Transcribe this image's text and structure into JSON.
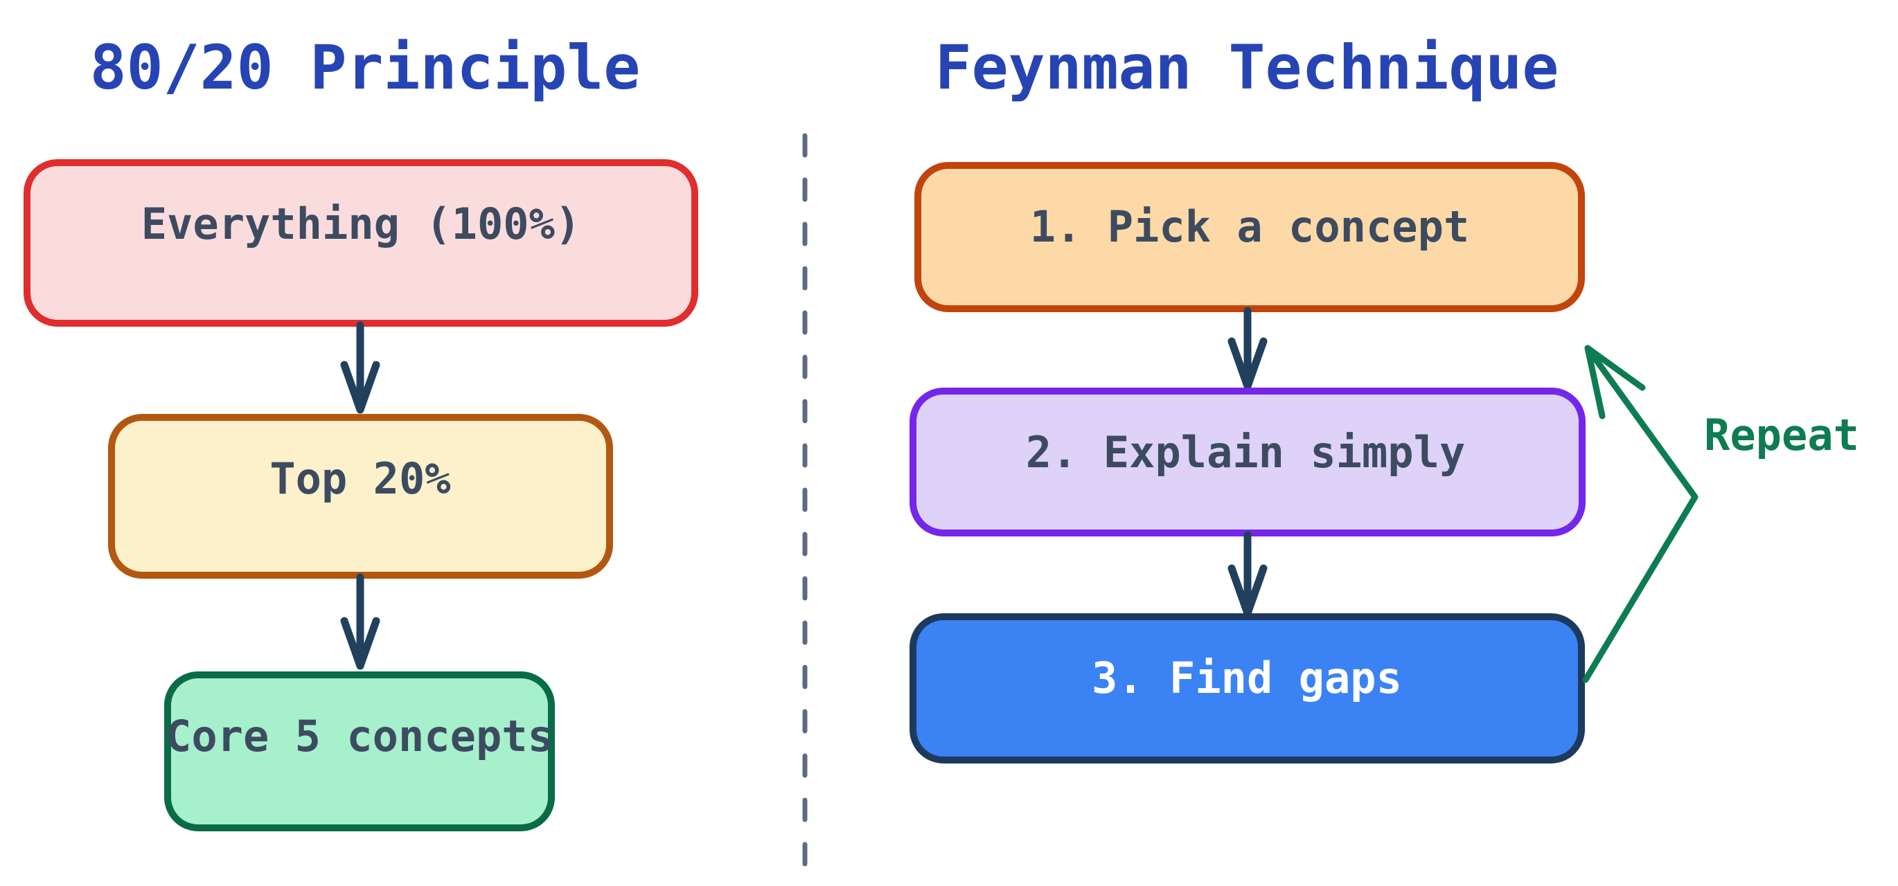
{
  "canvas": {
    "background": "#ffffff"
  },
  "left_section": {
    "title": "80/20 Principle",
    "title_color": "#2744b4",
    "boxes": [
      {
        "label": "Everything (100%)",
        "fill": "#fbdcdc",
        "border": "#e02d2d",
        "text_color": "#3d4b61"
      },
      {
        "label": "Top 20%",
        "fill": "#fcf1cb",
        "border": "#b4570f",
        "text_color": "#3d4b61"
      },
      {
        "label": "Core 5 concepts",
        "fill": "#a7f0cc",
        "border": "#0a6b49",
        "text_color": "#3d4b61"
      }
    ]
  },
  "right_section": {
    "title": "Feynman Technique",
    "title_color": "#2744b4",
    "boxes": [
      {
        "label": "1. Pick a concept",
        "fill": "#fcd9a6",
        "border": "#c2440d",
        "text_color": "#3d4b61"
      },
      {
        "label": "2. Explain simply",
        "fill": "#ded2f8",
        "border": "#7427ea",
        "text_color": "#3d4b61"
      },
      {
        "label": "3. Find gaps",
        "fill": "#3b82f4",
        "border": "#1d3a5e",
        "text_color": "#ffffff"
      }
    ],
    "repeat_label": "Repeat",
    "repeat_color": "#0e7c52"
  },
  "divider": {
    "color": "#5c6b80"
  },
  "arrows": {
    "color": "#21405e"
  }
}
